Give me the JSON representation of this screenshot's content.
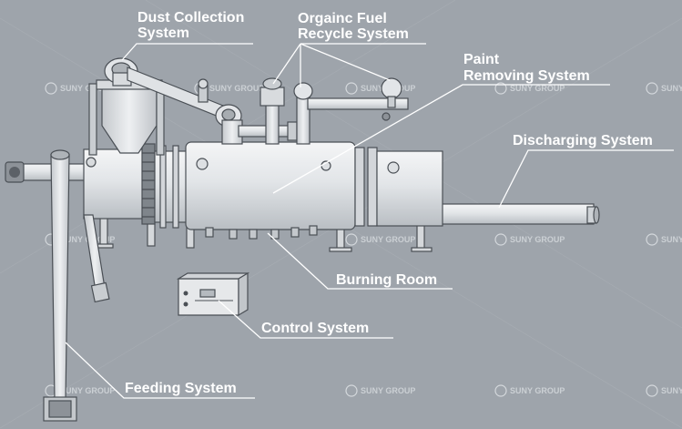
{
  "diagram": {
    "labels": {
      "dust_collection": [
        "Dust Collection",
        "System"
      ],
      "organic_fuel": [
        "Orgainc Fuel",
        "Recycle System"
      ],
      "paint_removing": [
        "Paint",
        "Removing System"
      ],
      "discharging": "Discharging System",
      "burning_room": "Burning Room",
      "control": "Control System",
      "feeding": "Feeding System"
    },
    "watermark": "SUNY GROUP"
  },
  "colors": {
    "background": "#9ea4ab",
    "machine_light": "#e6e8ea",
    "machine_mid": "#c9cdd1",
    "outline": "#4a4f55",
    "label": "#ffffff"
  }
}
